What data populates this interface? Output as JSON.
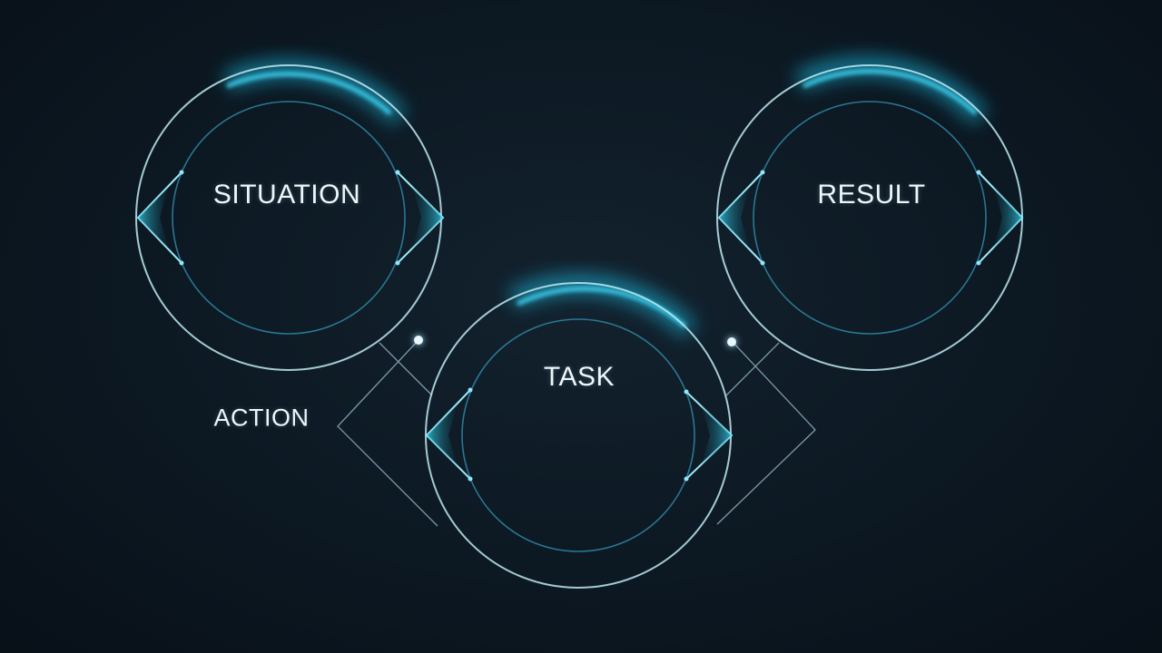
{
  "labels": {
    "situation": "SITUATION",
    "task": "TASK",
    "result": "RESULT",
    "action": "ACTION"
  },
  "colors": {
    "background": "#0b1620",
    "ring_outer": "#bfeaf3",
    "ring_inner": "#2f8fb0",
    "glow": "#1ec8f0",
    "accent": "#37c6df",
    "connector": "#9ab8c6",
    "text": "#eef6fa"
  }
}
